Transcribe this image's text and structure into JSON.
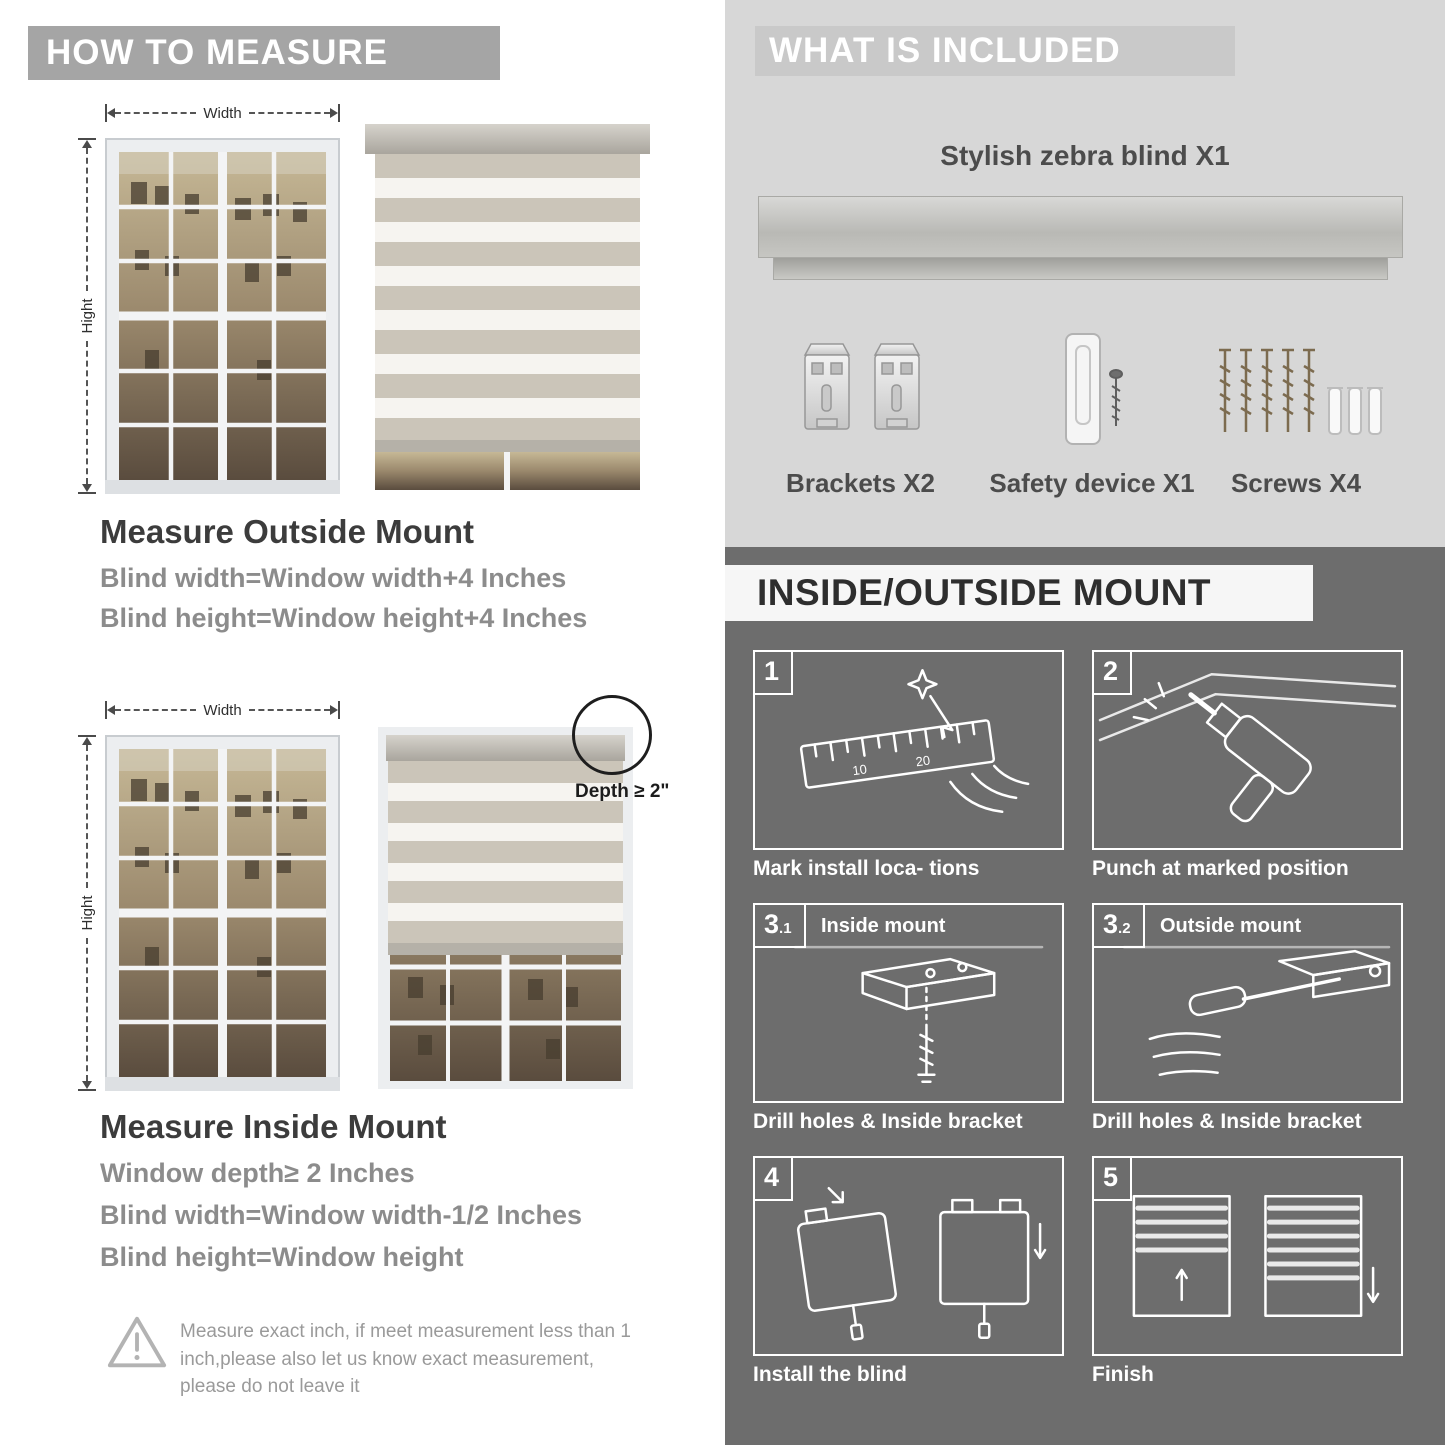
{
  "colors": {
    "measure_banner": "#a5a5a5",
    "included_banner": "#c9c9c9",
    "light_section_bg": "#d7d7d7",
    "dark_section_bg": "#6d6d6d",
    "heading_text": "#3c3c3c",
    "formula_text": "#8c8c8c"
  },
  "left": {
    "header": "HOW TO MEASURE",
    "outside": {
      "width_label": "Width",
      "height_label": "Hight",
      "title": "Measure Outside Mount",
      "formula_width": "Blind width=Window width+4 Inches",
      "formula_height": "Blind height=Window height+4 Inches"
    },
    "inside": {
      "width_label": "Width",
      "height_label": "Hight",
      "depth_label": "Depth ≥ 2\"",
      "title": "Measure Inside Mount",
      "line_depth": "Window depth≥ 2 Inches",
      "line_width": "Blind width=Window width-1/2 Inches",
      "line_height": "Blind height=Window height"
    },
    "warning_text": "Measure exact inch, if meet measurement less than 1 inch,please also let us know exact measurement, please do not leave it"
  },
  "right": {
    "included": {
      "header": "WHAT IS INCLUDED",
      "product": "Stylish zebra blind X1",
      "items": [
        {
          "label": "Brackets X2"
        },
        {
          "label": "Safety device X1"
        },
        {
          "label": "Screws X4"
        }
      ]
    },
    "mount": {
      "header": "INSIDE/OUTSIDE MOUNT",
      "steps": [
        {
          "num": "1",
          "caption": "Mark install loca- tions"
        },
        {
          "num": "2",
          "caption": "Punch at  marked position"
        },
        {
          "num": "3",
          "sub": ".1",
          "label": "Inside mount",
          "caption": "Drill holes &  Inside bracket"
        },
        {
          "num": "3",
          "sub": ".2",
          "label": "Outside mount",
          "caption": "Drill holes &  Inside bracket"
        },
        {
          "num": "4",
          "caption": "Install the blind"
        },
        {
          "num": "5",
          "caption": "Finish"
        }
      ]
    }
  }
}
